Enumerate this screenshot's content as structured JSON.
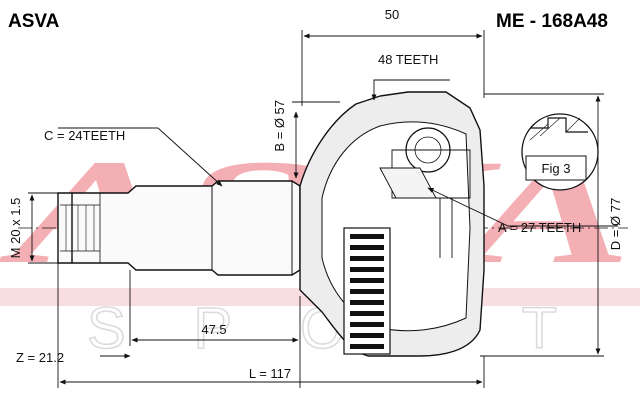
{
  "header": {
    "brand": "ASVA",
    "part_number": "ME - 168A48"
  },
  "watermark": {
    "word_top": "ASVA",
    "word_bottom": "SPORT",
    "color": "#e8505b"
  },
  "dimensions": {
    "width_top": "50",
    "outer_teeth": "48 TEETH",
    "diameter_b": "B = Ø 57",
    "spline_c": "C = 24TEETH",
    "figure": "Fig 3",
    "inner_teeth": "A = 27 TEETH",
    "diameter_d": "D = Ø 77",
    "thread": "M 20 x 1.5",
    "length_mid": "47.5",
    "z_value": "Z = 21.2",
    "length_total": "L = 117"
  },
  "colors": {
    "line": "#111111",
    "shade": "#dcdcdc"
  }
}
